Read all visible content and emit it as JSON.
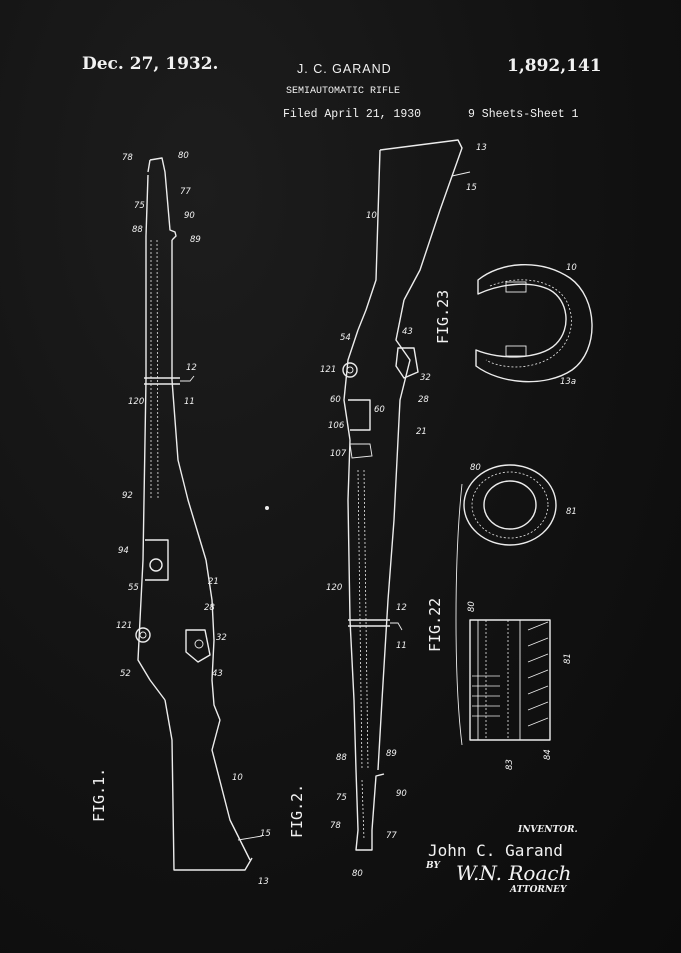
{
  "header": {
    "date": "Dec. 27, 1932.",
    "inventor": "J. C. GARAND",
    "patent_number": "1,892,141",
    "title": "SEMIAUTOMATIC RIFLE",
    "filed": "Filed April 21, 1930",
    "sheets": "9 Sheets-Sheet 1"
  },
  "figures": {
    "fig1": "FIG.1.",
    "fig2": "FIG.2.",
    "fig22": "FIG.22",
    "fig23": "FIG.23"
  },
  "signature": {
    "inventor_caption": "INVENTOR.",
    "inventor_name": "John C. Garand",
    "by": "BY",
    "attorney_signature": "W.N. Roach",
    "attorney_caption": "ATTORNEY"
  },
  "reference_numerals": {
    "fig1": [
      "78",
      "80",
      "77",
      "75",
      "90",
      "88",
      "89",
      "12",
      "11",
      "120",
      "92",
      "94",
      "21",
      "55",
      "28",
      "121",
      "32",
      "52",
      "43",
      "10",
      "15",
      "13"
    ],
    "fig2": [
      "13",
      "15",
      "10",
      "54",
      "43",
      "121",
      "32",
      "60",
      "60",
      "28",
      "106",
      "21",
      "107",
      "120",
      "12",
      "11",
      "88",
      "89",
      "75",
      "90",
      "78",
      "77",
      "80"
    ],
    "fig22": [
      "80",
      "81",
      "80",
      "81",
      "83",
      "84"
    ],
    "fig23": [
      "10",
      "13a"
    ]
  }
}
